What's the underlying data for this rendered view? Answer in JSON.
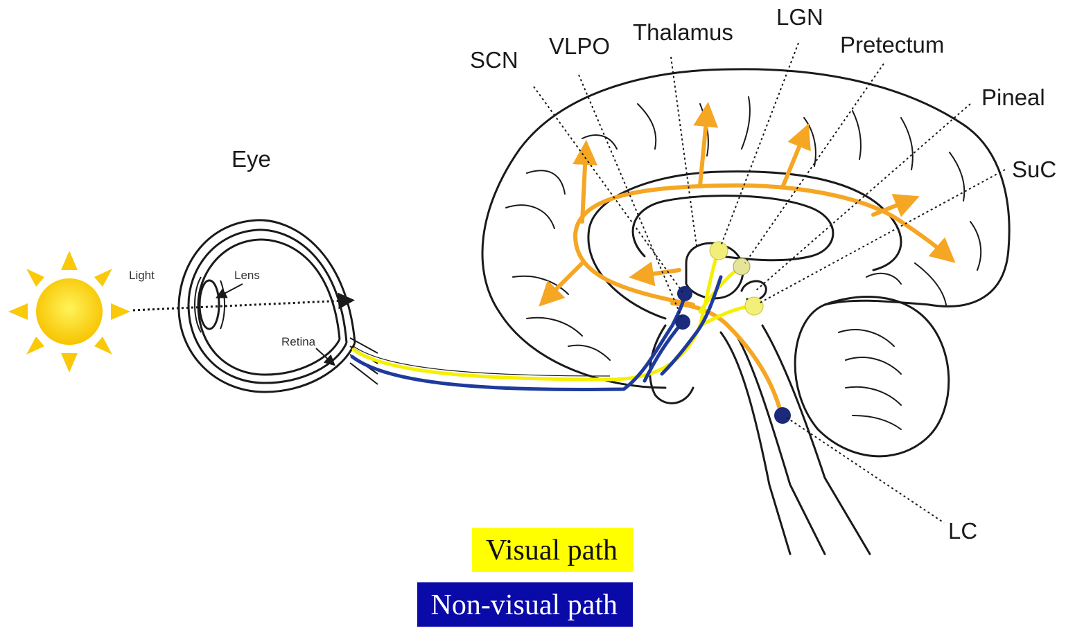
{
  "labels": {
    "eye": "Eye",
    "light": "Light",
    "lens": "Lens",
    "retina": "Retina",
    "scn": "SCN",
    "vlpo": "VLPO",
    "thalamus": "Thalamus",
    "lgn": "LGN",
    "pretectum": "Pretectum",
    "pineal": "Pineal",
    "suc": "SuC",
    "lc": "LC"
  },
  "legend": [
    {
      "label": "Visual path",
      "color": "#ffff00"
    },
    {
      "label": "Non-visual path",
      "color": "#0a0aa8"
    }
  ],
  "colors": {
    "visual_pathway": "#f5f000",
    "nonvisual_pathway": "#1e3a9c",
    "projection_arrows": "#f5a623",
    "sun": "#f9c90a",
    "outline": "#1a1a1a"
  },
  "icons": [
    "sun-icon",
    "eye-icon",
    "brain-icon"
  ]
}
